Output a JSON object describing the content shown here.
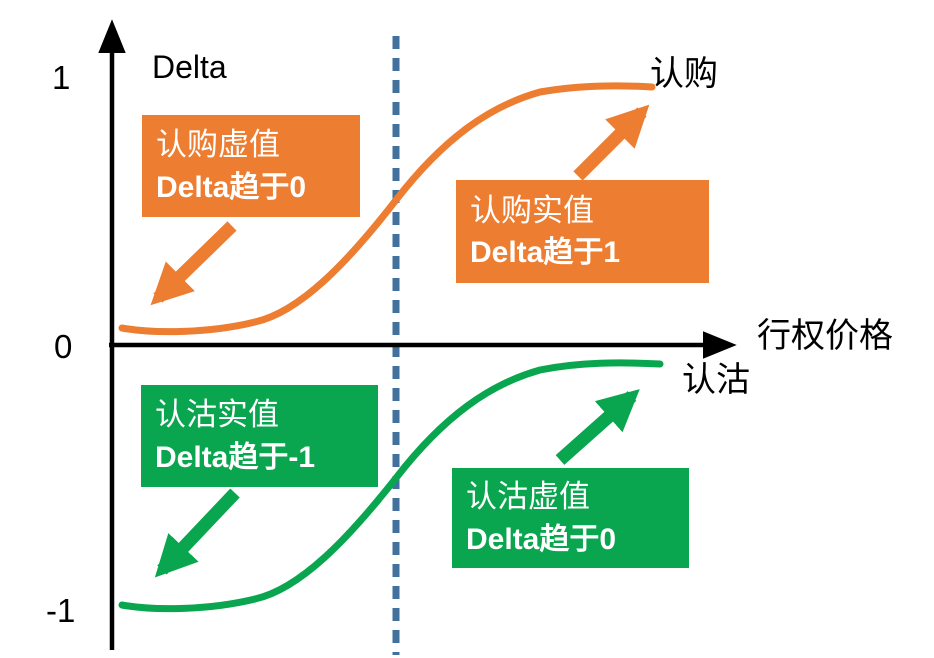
{
  "colors": {
    "orange": "#ED7D31",
    "green": "#0AA64F",
    "axis": "#000000",
    "dashed": "#41719C",
    "boxtext": "#FFFFFF",
    "bg": "#FFFFFF"
  },
  "axes": {
    "y_label": "Delta",
    "x_label": "行权价格",
    "tick_one": "1",
    "tick_zero": "0",
    "tick_minus_one": "-1"
  },
  "curves": {
    "call_label": "认购",
    "put_label": "认沽"
  },
  "annotations": {
    "call_otm": {
      "line1": "认购虚值",
      "line2": "Delta趋于0"
    },
    "call_itm": {
      "line1": "认购实值",
      "line2": "Delta趋于1"
    },
    "put_itm": {
      "line1": "认沽实值",
      "line2": "Delta趋于-1"
    },
    "put_otm": {
      "line1": "认沽虚值",
      "line2": "Delta趋于0"
    }
  },
  "chart_data": {
    "type": "line",
    "title": "",
    "xlabel": "行权价格",
    "ylabel": "Delta",
    "ylim": [
      -1,
      1
    ],
    "xlim_note": "conceptual axis, no numeric x ticks",
    "yticks": [
      1,
      0,
      -1
    ],
    "grid": false,
    "legend_position": "labels at right end of each curve",
    "x": [
      0,
      1,
      2,
      3,
      4,
      5,
      6,
      7,
      8,
      9,
      10
    ],
    "series": [
      {
        "name": "认购 (call option Delta)",
        "color": "#ED7D31",
        "y": [
          0.03,
          0.02,
          0.04,
          0.1,
          0.25,
          0.5,
          0.75,
          0.9,
          0.96,
          0.98,
          0.99
        ]
      },
      {
        "name": "认沽 (put option Delta)",
        "color": "#0AA64F",
        "y": [
          -0.97,
          -0.98,
          -0.96,
          -0.9,
          -0.75,
          -0.5,
          -0.25,
          -0.1,
          -0.04,
          -0.02,
          -0.01
        ]
      }
    ],
    "reference_lines": [
      {
        "axis": "x",
        "position": 5,
        "style": "dashed",
        "color": "#41719C",
        "meaning": "vertical dashed line at the at-the-money strike"
      }
    ],
    "annotations": [
      {
        "text": "认购虚值 Delta趋于0",
        "box_color": "#ED7D31",
        "text_color": "#FFFFFF",
        "position": "upper-left",
        "arrow": "thick orange arrow pointing down-left toward call curve near 0"
      },
      {
        "text": "认购实值 Delta趋于1",
        "box_color": "#ED7D31",
        "text_color": "#FFFFFF",
        "position": "upper-middle-right",
        "arrow": "thick orange arrow pointing up-right toward call curve near 1"
      },
      {
        "text": "认沽实值 Delta趋于-1",
        "box_color": "#0AA64F",
        "text_color": "#FFFFFF",
        "position": "lower-left",
        "arrow": "thick green arrow pointing down-left toward put curve near -1"
      },
      {
        "text": "认沽虚值 Delta趋于0",
        "box_color": "#0AA64F",
        "text_color": "#FFFFFF",
        "position": "lower-middle-right",
        "arrow": "thick green arrow pointing up-right toward put curve near 0"
      }
    ]
  }
}
